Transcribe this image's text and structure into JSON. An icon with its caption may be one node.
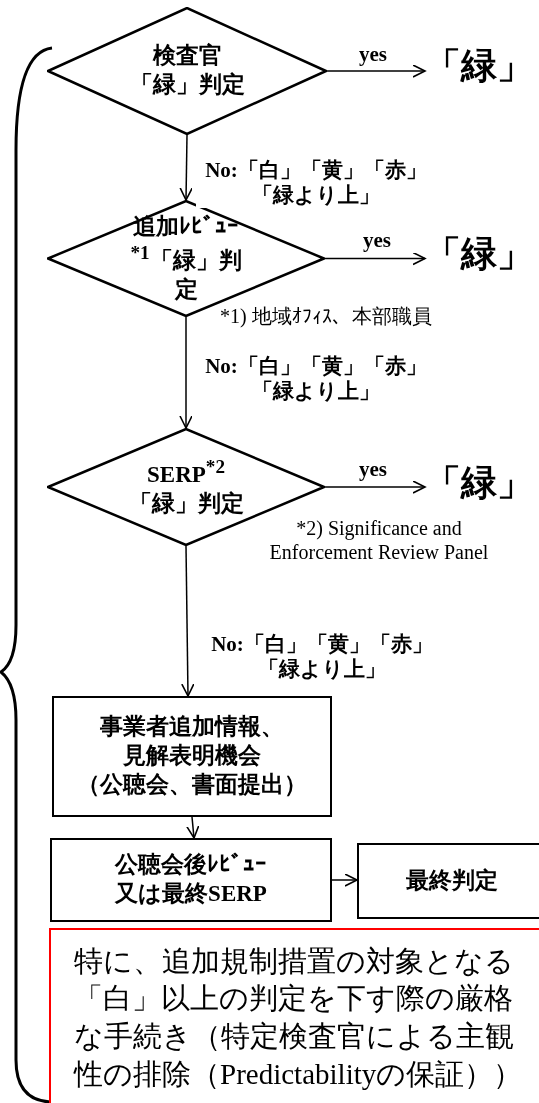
{
  "diagram": {
    "nodes": [
      {
        "text": [
          "検査官「緑」判定"
        ]
      },
      {
        "text": [
          "「緑」"
        ]
      },
      {
        "text": [
          "追加ﾚﾋﾞｭｰ$^{*1}$「緑」判定"
        ]
      },
      {
        "text": [
          "「緑」"
        ]
      },
      {
        "text": [
          "SERP$^{*2}$「緑」判定"
        ]
      },
      {
        "text": [
          "「緑」"
        ]
      },
      {
        "text": [
          "事業者追加情報、見解表明機会（公聴会、書面提出）"
        ]
      },
      {
        "text": [
          "公聴会後ﾚﾋﾞｭｰ又は最終SERP"
        ]
      },
      {
        "text": [
          "最終判定"
        ]
      },
      {
        "text": [
          "特に、追加規制措置の対象となる「白」以上の判定を下す際の厳格な手続き（特定検査官による主観性の排除（Predictabilityの保証））"
        ]
      }
    ],
    "edges": [
      {
        "from": 0,
        "to": 1,
        "arrow": "to",
        "label": "yes"
      },
      {
        "from": 0,
        "to": 2,
        "arrow": "to",
        "label": "No:「白」「黄」「赤」「緑より上」"
      },
      {
        "from": 2,
        "to": 3,
        "arrow": "to",
        "label": "yes"
      },
      {
        "from": 2,
        "to": 4,
        "arrow": "to",
        "label": "No:「白」「黄」「赤」「緑より上」"
      },
      {
        "from": 4,
        "to": 5,
        "arrow": "to",
        "label": "yes"
      },
      {
        "from": 4,
        "to": 6,
        "arrow": "to",
        "label": "No:「白」「黄」「赤」「緑より上」"
      },
      {
        "from": 6,
        "to": 7,
        "arrow": "to"
      },
      {
        "from": 7,
        "to": 8,
        "arrow": "to"
      }
    ],
    "labels": [
      "*1) 地域ｵﾌｨｽ、本部職員",
      "*2) Significance and Enforcement Review Panel"
    ]
  }
}
